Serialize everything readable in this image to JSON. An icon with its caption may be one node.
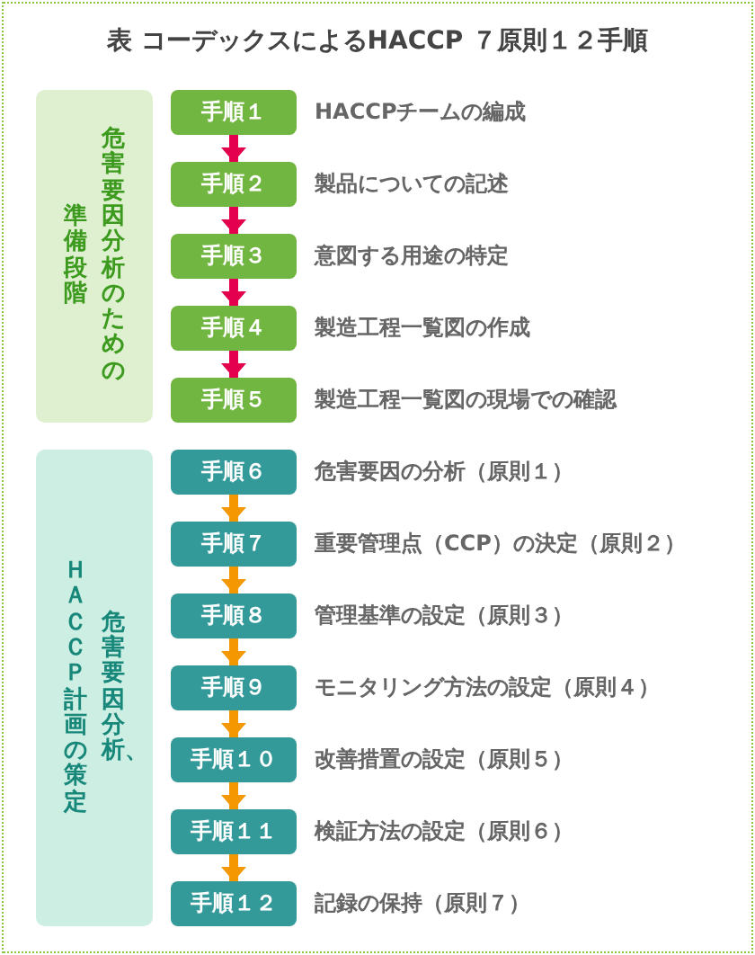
{
  "diagram": {
    "title": "表 コーデックスによるHACCP ７原則１２手順",
    "nodes": [
      {
        "text": [
          "準備段階",
          "危害要因分析のための"
        ]
      },
      {
        "text": [
          "手順１"
        ],
        "beside": [
          "HACCPチームの編成"
        ]
      },
      {
        "text": [
          "手順２"
        ],
        "beside": [
          "製品についての記述"
        ]
      },
      {
        "text": [
          "手順３"
        ],
        "beside": [
          "意図する用途の特定"
        ]
      },
      {
        "text": [
          "手順４"
        ],
        "beside": [
          "製造工程一覧図の作成"
        ]
      },
      {
        "text": [
          "手順５"
        ],
        "beside": [
          "製造工程一覧図の現場での確認"
        ]
      },
      {
        "text": [
          "ＨＡＣＣＰ計画の策定",
          "危害要因分析、"
        ]
      },
      {
        "text": [
          "手順６"
        ],
        "beside": [
          "危害要因の分析（原則１）"
        ]
      },
      {
        "text": [
          "手順７"
        ],
        "beside": [
          "重要管理点（CCP）の決定（原則２）"
        ]
      },
      {
        "text": [
          "手順８"
        ],
        "beside": [
          "管理基準の設定（原則３）"
        ]
      },
      {
        "text": [
          "手順９"
        ],
        "beside": [
          "モニタリング方法の設定（原則４）"
        ]
      },
      {
        "text": [
          "手順１０"
        ],
        "beside": [
          "改善措置の設定（原則５）"
        ]
      },
      {
        "text": [
          "手順１１"
        ],
        "beside": [
          "検証方法の設定（原則６）"
        ]
      },
      {
        "text": [
          "手順１２"
        ],
        "beside": [
          "記録の保持（原則７）"
        ]
      }
    ],
    "edges": [
      {
        "from": 1,
        "to": 2,
        "arrow": "to",
        "color": "#e5004f"
      },
      {
        "from": 2,
        "to": 3,
        "arrow": "to",
        "color": "#e5004f"
      },
      {
        "from": 3,
        "to": 4,
        "arrow": "to",
        "color": "#e5004f"
      },
      {
        "from": 4,
        "to": 5,
        "arrow": "to",
        "color": "#e5004f"
      },
      {
        "from": 7,
        "to": 8,
        "arrow": "to"
      },
      {
        "from": 8,
        "to": 9,
        "arrow": "to"
      },
      {
        "from": 9,
        "to": 10,
        "arrow": "to"
      },
      {
        "from": 10,
        "to": 11,
        "arrow": "to"
      },
      {
        "from": 11,
        "to": 12,
        "arrow": "to"
      },
      {
        "from": 12,
        "to": 13,
        "arrow": "to"
      }
    ]
  }
}
